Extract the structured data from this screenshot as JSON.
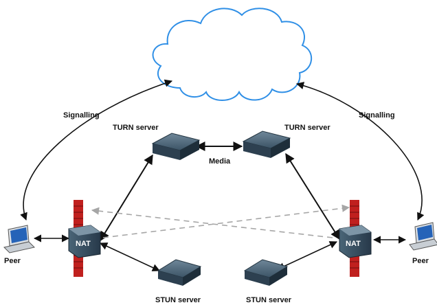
{
  "labels": {
    "signalling_left": "Signalling",
    "signalling_right": "Signalling",
    "turn_left": "TURN server",
    "turn_right": "TURN server",
    "media": "Media",
    "nat_left": "NAT",
    "nat_right": "NAT",
    "peer_left": "Peer",
    "peer_right": "Peer",
    "stun_left": "STUN server",
    "stun_right": "STUN server"
  },
  "colors": {
    "cloud_stroke": "#2f8fe6",
    "firewall": "#c0201e",
    "nat_body": "#2e4453",
    "server_body": "#3a5063",
    "arrow": "#111111",
    "dashed_arrow": "#a6a6a6",
    "laptop_screen": "#2563b8"
  }
}
